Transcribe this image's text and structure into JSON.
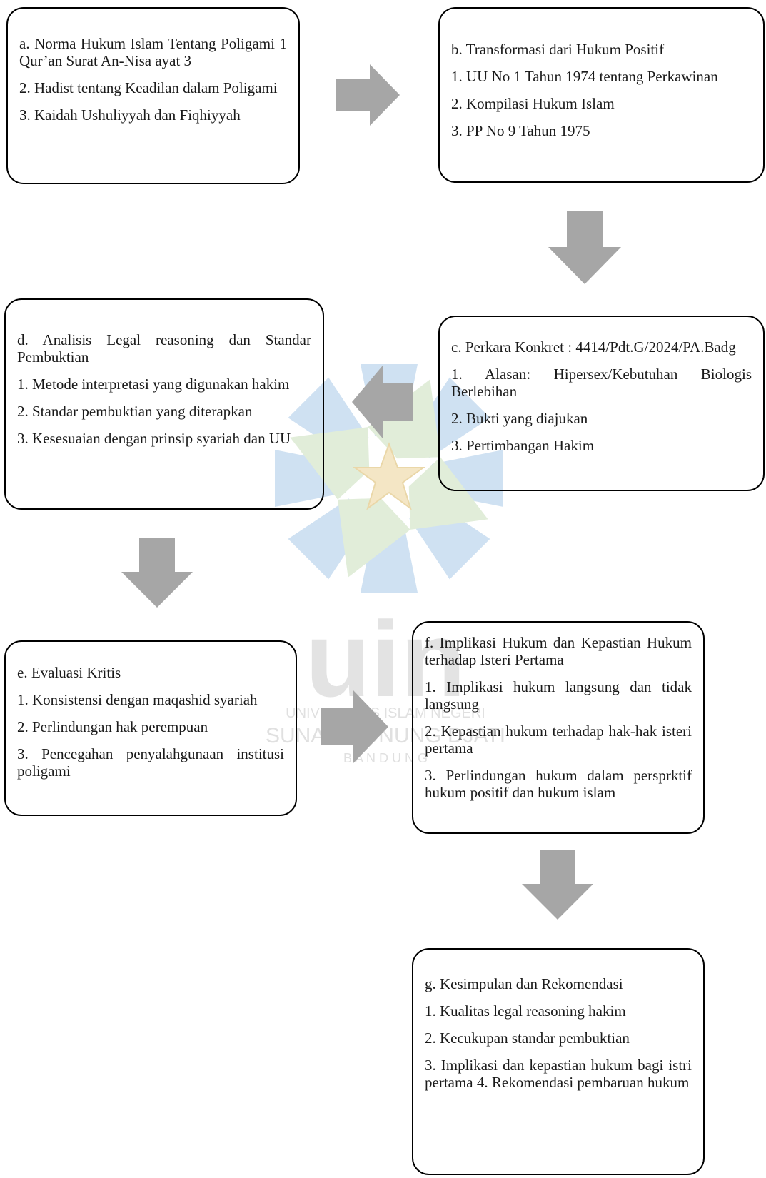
{
  "watermark": {
    "lines": [
      "UNIVERSITAS ISLAM NEGERI",
      "SUNAN GUNUNG DJATI",
      "B A N D U N G"
    ],
    "logo_text": "uin",
    "colors": {
      "blue": "#cfe1f2",
      "green": "#e1edd9",
      "star": "#f4e6c5"
    }
  },
  "boxes": {
    "a": {
      "title": "a. Norma Hukum Islam Tentang Poligami 1 Qur’an Surat An-Nisa ayat 3",
      "items": [
        "2. Hadist tentang Keadilan dalam Poligami",
        "3. Kaidah Ushuliyyah dan Fiqhiyyah"
      ]
    },
    "b": {
      "title": "b. Transformasi dari Hukum Positif",
      "items": [
        "1. UU No 1 Tahun 1974 tentang Perkawinan",
        "2. Kompilasi Hukum Islam",
        "3. PP No 9 Tahun 1975"
      ]
    },
    "c": {
      "title": "c. Perkara Konkret : 4414/Pdt.G/2024/PA.Badg",
      "items": [
        "1. Alasan: Hipersex/Kebutuhan Biologis Berlebihan",
        "2. Bukti yang diajukan",
        "3. Pertimbangan Hakim"
      ]
    },
    "d": {
      "title": "d. Analisis Legal reasoning dan Standar Pembuktian",
      "items": [
        "1. Metode interpretasi yang digunakan hakim",
        "2. Standar pembuktian yang diterapkan",
        "3. Kesesuaian dengan prinsip syariah dan UU"
      ]
    },
    "e": {
      "title": "e. Evaluasi Kritis",
      "items": [
        "1. Konsistensi dengan maqashid syariah",
        "2. Perlindungan hak perempuan",
        "3. Pencegahan penyalahgunaan institusi poligami"
      ]
    },
    "f": {
      "title": "f. Implikasi Hukum dan Kepastian Hukum terhadap Isteri Pertama",
      "items": [
        "1. Implikasi hukum langsung dan tidak langsung",
        "2. Kepastian hukum terhadap hak-hak isteri pertama",
        "3. Perlindungan hukum dalam persprktif hukum positif dan hukum islam"
      ]
    },
    "g": {
      "title": "g. Kesimpulan dan Rekomendasi",
      "items": [
        "1. Kualitas legal reasoning hakim",
        "2. Kecukupan standar pembuktian",
        "3. Implikasi dan kepastian hukum bagi istri pertama 4. Rekomendasi pembaruan hukum"
      ]
    }
  },
  "colors": {
    "arrow": "#a6a6a6",
    "border": "#000000"
  }
}
